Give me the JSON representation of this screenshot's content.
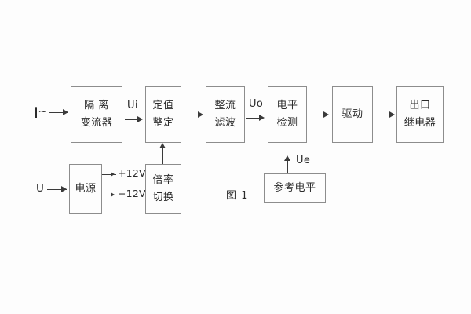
{
  "figure": {
    "caption": "图 1",
    "line_color": "#3a3a3a",
    "box_border_color": "#8d8d8d",
    "text_color": "#2b2b2b",
    "background": "#fdfdfd"
  },
  "inputs": [
    {
      "name": "current-input",
      "label": "I~"
    },
    {
      "name": "voltage-input",
      "label": "U"
    }
  ],
  "signals": [
    {
      "name": "ui",
      "label": "Ui"
    },
    {
      "name": "uo",
      "label": "Uo"
    },
    {
      "name": "ue",
      "label": "Ue"
    }
  ],
  "supply_rails": [
    {
      "name": "positive-rail",
      "label": "+12V"
    },
    {
      "name": "negative-rail",
      "label": "−12V"
    }
  ],
  "main_chain": [
    {
      "name": "isolation-transformer",
      "lines": [
        "隔 离",
        "变流器"
      ]
    },
    {
      "name": "setting-value",
      "lines": [
        "定值",
        "整定"
      ]
    },
    {
      "name": "rectifier-filter",
      "lines": [
        "整流",
        "滤波"
      ]
    },
    {
      "name": "level-detection",
      "lines": [
        "电平",
        "检测"
      ]
    },
    {
      "name": "driver",
      "lines": [
        "驱动"
      ]
    },
    {
      "name": "output-relay",
      "lines": [
        "出口",
        "继电器"
      ]
    }
  ],
  "support_blocks": [
    {
      "name": "power-supply",
      "lines": [
        "电源"
      ]
    },
    {
      "name": "multiplier-switch",
      "lines": [
        "倍率",
        "切换"
      ]
    },
    {
      "name": "reference-level",
      "lines": [
        "参考电平"
      ]
    }
  ]
}
